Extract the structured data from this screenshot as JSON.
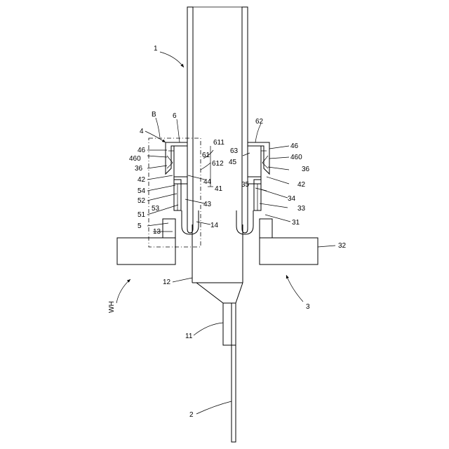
{
  "figure": {
    "labels": {
      "l1": "1",
      "l6": "6",
      "lB": "B",
      "l4": "4",
      "l46_left": "46",
      "l460_left": "460",
      "l36_left": "36",
      "l42_left": "42",
      "l54_left": "54",
      "l52": "52",
      "l51": "51",
      "l53": "53",
      "l5": "5",
      "l13": "13",
      "l61": "61",
      "l611": "611",
      "l612": "612",
      "l44": "44",
      "l43": "43",
      "l41": "41",
      "l14": "14",
      "l62": "62",
      "l63": "63",
      "l45": "45",
      "l46_right": "46",
      "l460_right": "460",
      "l36_right": "36",
      "l35": "35",
      "l42_right": "42",
      "l34": "34",
      "l33": "33",
      "l31": "31",
      "l32": "32",
      "l12": "12",
      "l3": "3",
      "lWH": "WH",
      "l11": "11",
      "l2": "2"
    }
  }
}
